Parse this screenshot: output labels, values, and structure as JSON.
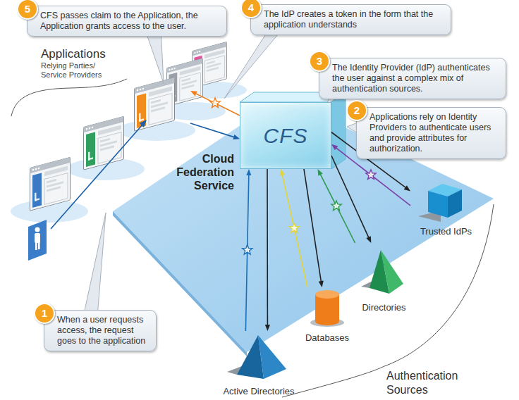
{
  "diagram": {
    "nodes": [
      {
        "text": [
          "5",
          "CFS passes claim to the Application, the Application grants access to the user."
        ]
      },
      {
        "text": [
          "4",
          "The IdP creates a token in the form that the application understands"
        ]
      },
      {
        "text": [
          "3",
          "The Identity Provider (IdP) authenticates the user against a complex mix of authentication sources."
        ]
      },
      {
        "text": [
          "2",
          "Applications rely on Identity Providers to authenticate users and provide attributes for authorization."
        ]
      },
      {
        "text": [
          "1",
          "When a user requests access, the request goes to the application"
        ]
      },
      {
        "text": [
          "Applications",
          "Relying Parties/ Service Providers"
        ]
      },
      {
        "text": [
          "CFS"
        ]
      },
      {
        "text": [
          "Trusted IdPs"
        ]
      },
      {
        "text": [
          "Directories"
        ]
      },
      {
        "text": [
          "Databases"
        ]
      },
      {
        "text": [
          "Active Directories"
        ]
      }
    ],
    "edges": [
      {
        "from": 5,
        "to": 6,
        "arrow": "to"
      },
      {
        "from": 6,
        "to": 5,
        "arrow": "to"
      },
      {
        "from": 6,
        "to": 7,
        "arrow": "to"
      },
      {
        "from": 7,
        "to": 6,
        "arrow": "to"
      },
      {
        "from": 6,
        "to": 8,
        "arrow": "to"
      },
      {
        "from": 8,
        "to": 6,
        "arrow": "to"
      },
      {
        "from": 6,
        "to": 9,
        "arrow": "to"
      },
      {
        "from": 9,
        "to": 6,
        "arrow": "to"
      },
      {
        "from": 6,
        "to": 10,
        "arrow": "to"
      },
      {
        "from": 10,
        "to": 6,
        "arrow": "to"
      }
    ],
    "labels": [
      "Cloud Federation Service",
      "Authentication Sources"
    ]
  }
}
